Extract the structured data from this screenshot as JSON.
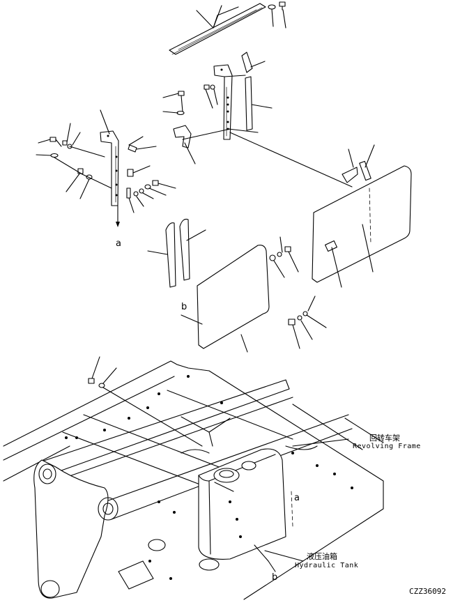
{
  "labels": {
    "ref_a_upper": "a",
    "ref_b_upper": "b",
    "ref_a_lower": "a",
    "ref_b_lower": "b",
    "revolving_frame_cn": "回转车架",
    "revolving_frame_en": "Revolving Frame",
    "hydraulic_tank_cn": "液压油箱",
    "hydraulic_tank_en": "Hydraulic Tank",
    "drawing_code": "CZZ36092"
  }
}
